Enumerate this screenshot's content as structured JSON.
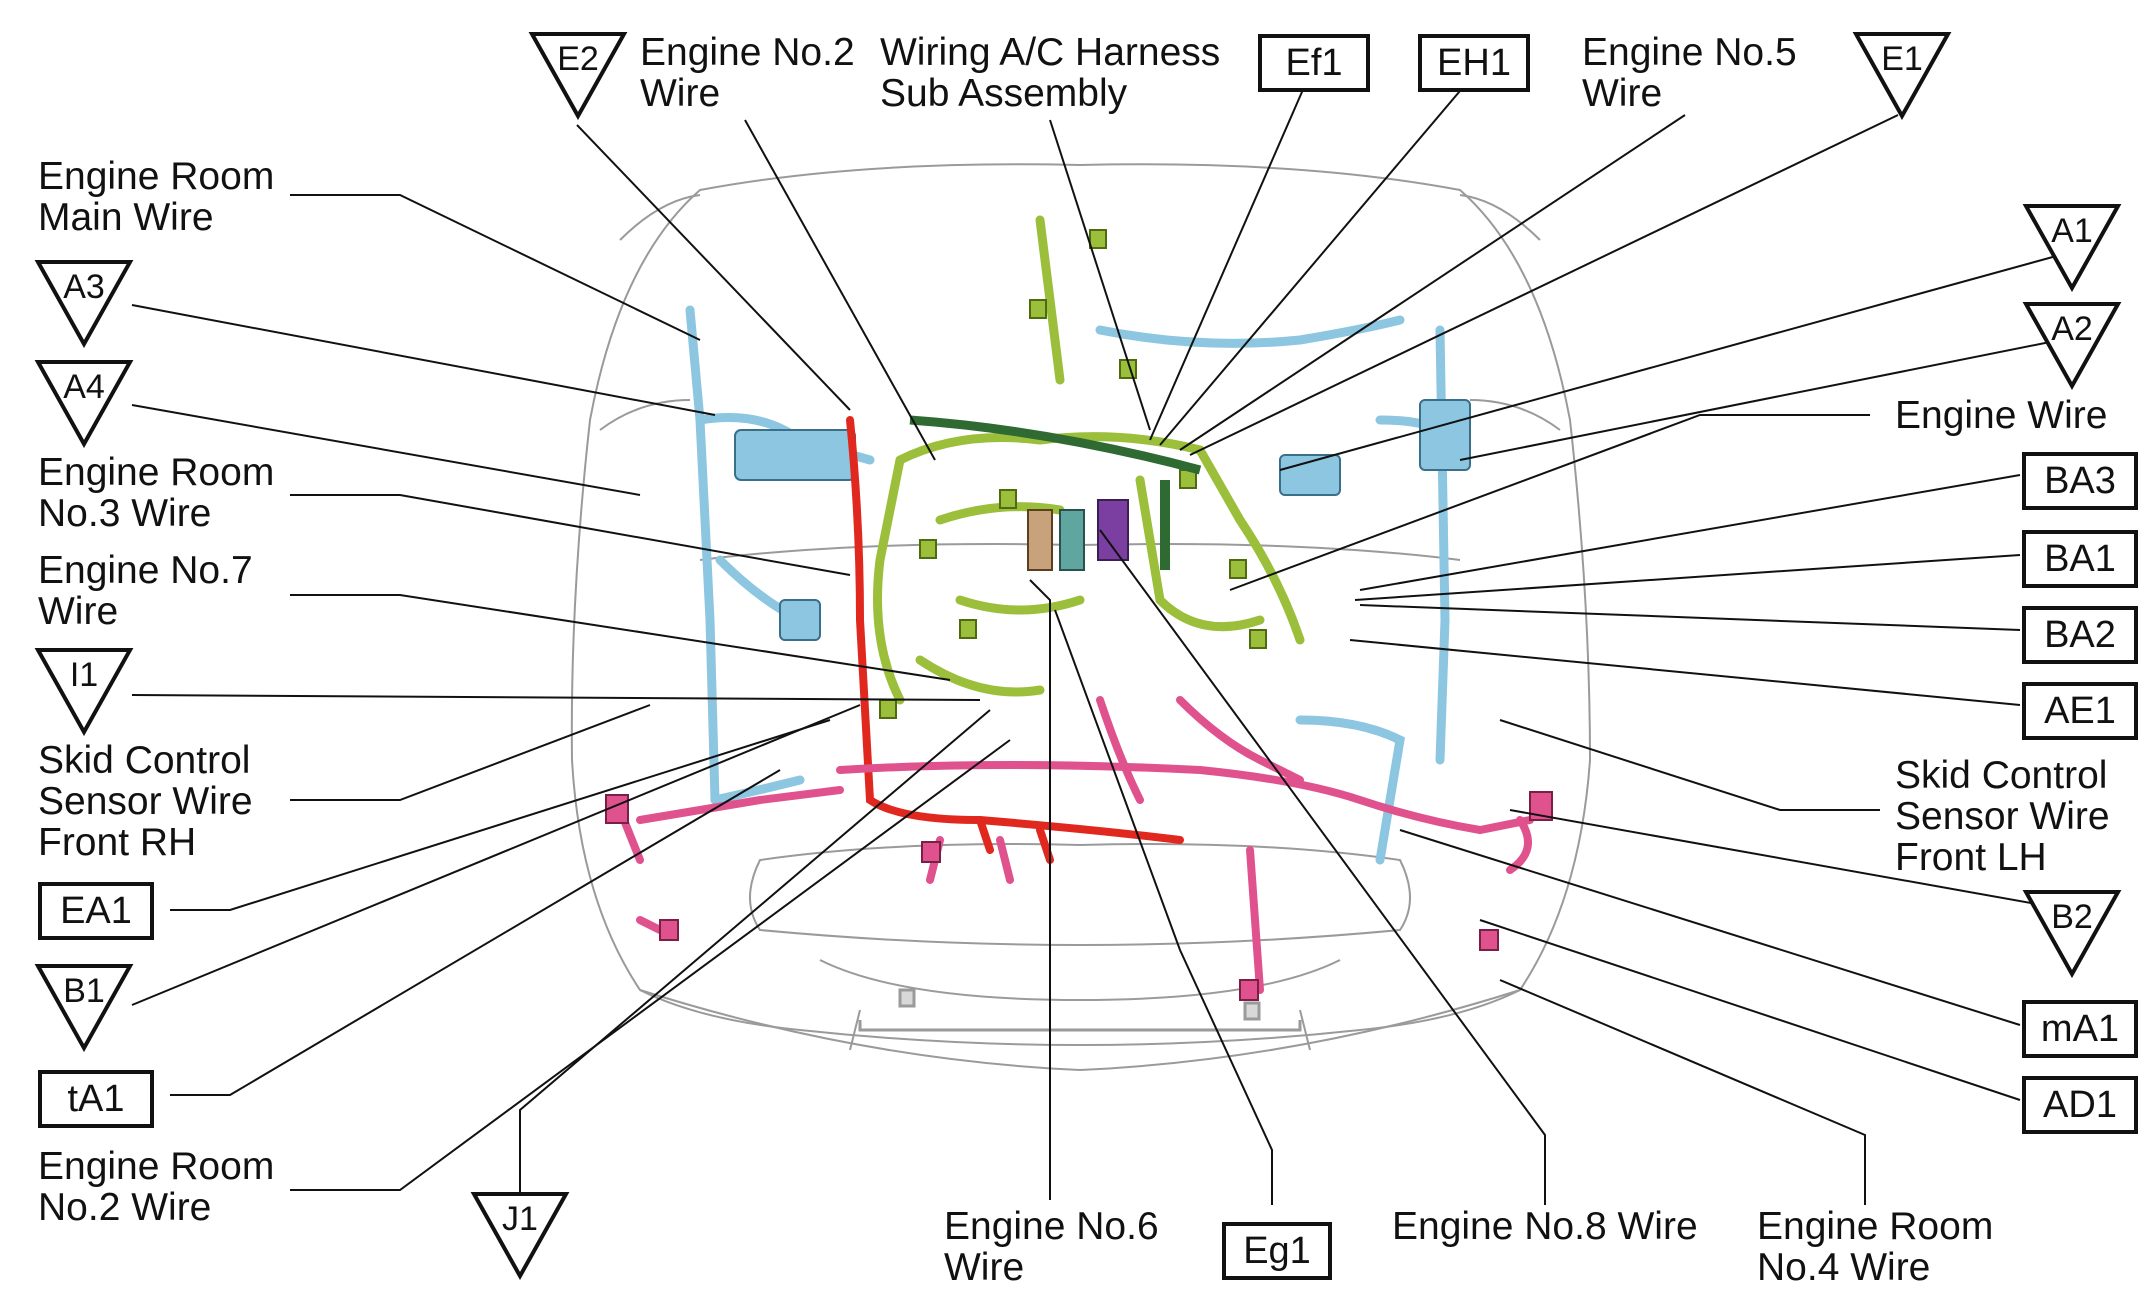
{
  "labels": {
    "engine_no2_wire": [
      "Engine No.2",
      "Wire"
    ],
    "wiring_ac_harness": [
      "Wiring A/C Harness",
      "Sub Assembly"
    ],
    "engine_no5_wire": [
      "Engine No.5",
      "Wire"
    ],
    "engine_room_main_wire": [
      "Engine Room",
      "Main Wire"
    ],
    "engine_room_no3_wire": [
      "Engine Room",
      "No.3 Wire"
    ],
    "engine_no7_wire": [
      "Engine No.7",
      "Wire"
    ],
    "skid_rh": [
      "Skid Control",
      "Sensor Wire",
      "Front RH"
    ],
    "engine_room_no2_wire": [
      "Engine Room",
      "No.2 Wire"
    ],
    "engine_no6_wire": [
      "Engine No.6",
      "Wire"
    ],
    "engine_no8_wire": [
      "Engine No.8 Wire"
    ],
    "engine_room_no4_wire": [
      "Engine Room",
      "No.4 Wire"
    ],
    "engine_wire": [
      "Engine Wire"
    ],
    "skid_lh": [
      "Skid Control",
      "Sensor Wire",
      "Front LH"
    ]
  },
  "box_connectors": {
    "ef1": "Ef1",
    "eh1": "EH1",
    "ba3": "BA3",
    "ba1": "BA1",
    "ba2": "BA2",
    "ae1": "AE1",
    "ea1": "EA1",
    "ta1": "tA1",
    "eg1": "Eg1",
    "ma1": "mA1",
    "ad1": "AD1"
  },
  "ground_points": {
    "e2": "E2",
    "e1": "E1",
    "a1": "A1",
    "a2": "A2",
    "a3": "A3",
    "a4": "A4",
    "i1": "I1",
    "b1": "B1",
    "b2": "B2",
    "j1": "J1"
  },
  "colors": {
    "engine_harness_green": "#9bbf3a",
    "body_harness_blue": "#8cc6e0",
    "front_harness_pink": "#e0528e",
    "battery_red": "#e0281e",
    "outline_gray": "#9a9a9a",
    "connector_purple": "#7a3fa0"
  }
}
